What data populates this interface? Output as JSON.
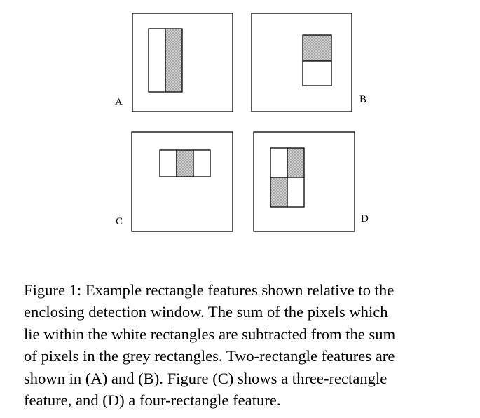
{
  "figure": {
    "panels": [
      {
        "label": "A",
        "feature": "two-rectangle (vertical split)"
      },
      {
        "label": "B",
        "feature": "two-rectangle (horizontal split)"
      },
      {
        "label": "C",
        "feature": "three-rectangle"
      },
      {
        "label": "D",
        "feature": "four-rectangle"
      }
    ]
  },
  "caption": {
    "lines": [
      "Figure 1: Example rectangle features shown relative to the",
      "enclosing detection window. The sum of the pixels which",
      "lie within the white rectangles are subtracted from the sum",
      "of pixels in the grey rectangles. Two-rectangle features are",
      "shown in (A) and (B). Figure (C) shows a three-rectangle",
      "feature, and (D) a four-rectangle feature."
    ]
  },
  "colors": {
    "border": "#000000",
    "white_rect": "#ffffff",
    "grey_rect": "#cfcfcf",
    "grey_dot": "#8a8a8a"
  }
}
